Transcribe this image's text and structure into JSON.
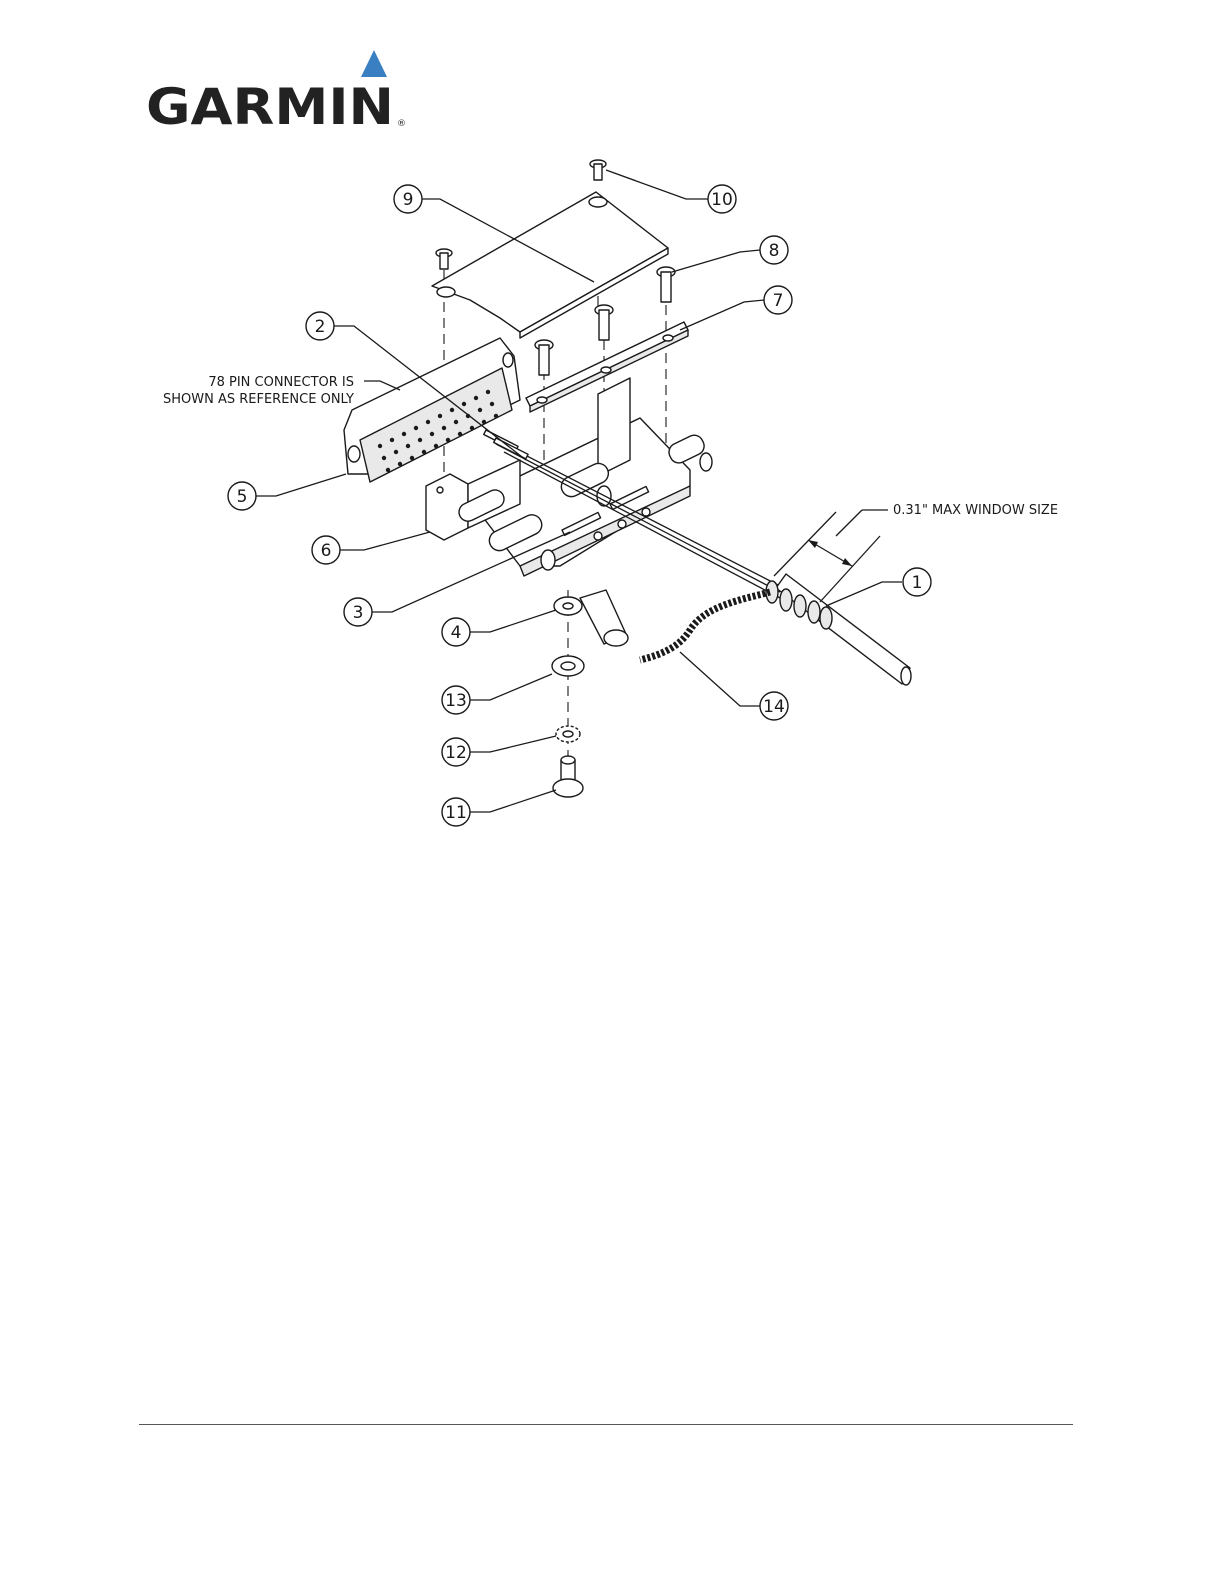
{
  "logo": {
    "wordmark": "GARMIN",
    "accent_color": "#3a7fc1"
  },
  "callouts": [
    "1",
    "2",
    "3",
    "4",
    "5",
    "6",
    "7",
    "8",
    "9",
    "10",
    "11",
    "12",
    "13",
    "14"
  ],
  "notes": {
    "reference_line1": "78 PIN CONNECTOR IS",
    "reference_line2": "SHOWN AS REFERENCE ONLY",
    "window_size": "0.31\" MAX WINDOW SIZE"
  }
}
